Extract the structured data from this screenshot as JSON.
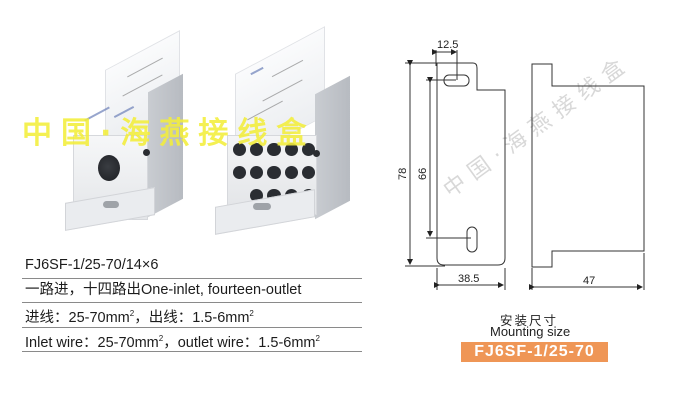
{
  "watermark": {
    "main_text": "中国·海燕接线盒",
    "main_color": "#f3ee3b",
    "diagonal_text": "中国·海燕接线盒"
  },
  "product": {
    "images": [
      {
        "name": "single-inlet-view",
        "description": "White terminal box with one large inlet hole"
      },
      {
        "name": "multi-outlet-view",
        "description": "White terminal box with fourteen outlet holes"
      }
    ]
  },
  "spec": {
    "model": "FJ6SF-1/25-70/14×6",
    "description": "一路进，十四路出One-inlet, fourteen-outlet",
    "cn_wire_prefix": "进线：25-70mm",
    "cn_wire_mid": "，出线：1.5-6mm",
    "en_wire_prefix": "Inlet wire：25-70mm",
    "en_wire_mid": "，outlet wire：1.5-6mm",
    "superscript": "2"
  },
  "drawing": {
    "dim_top": "12.5",
    "dim_height_total": "78",
    "dim_height_holes": "66",
    "dim_width_front": "38.5",
    "dim_width_side": "47"
  },
  "mounting": {
    "title_cn": "安装尺寸",
    "title_en": "Mounting size",
    "model_badge": "FJ6SF-1/25-70",
    "badge_color": "#ef9656"
  }
}
